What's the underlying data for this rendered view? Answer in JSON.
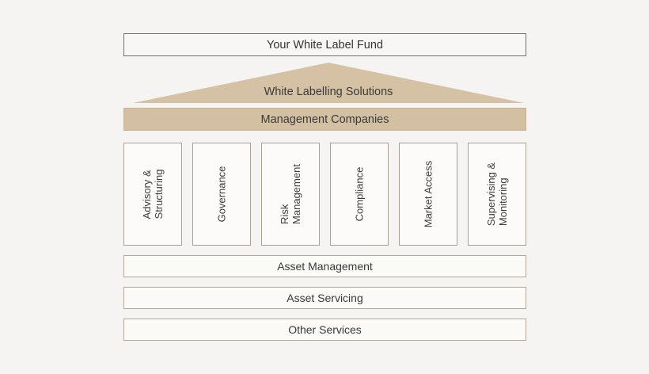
{
  "diagram": {
    "fund_box_label": "Your White Label Fund",
    "roof_label": "White Labelling Solutions",
    "band_label": "Management Companies",
    "pillars": [
      "Advisory &\nStructuring",
      "Governance",
      "Risk\nManagement",
      "Compliance",
      "Market Access",
      "Supervising &\nMonitoring"
    ],
    "service_bars": [
      "Asset Management",
      "Asset Servicing",
      "Other Services"
    ],
    "colors": {
      "tan": "#d3c0a2",
      "background": "#f5f4f2",
      "pillar_border": "#a9a094",
      "bar_border": "#b1a896",
      "fund_box_border": "#6f6f6f",
      "text": "#3a3a3a"
    }
  }
}
